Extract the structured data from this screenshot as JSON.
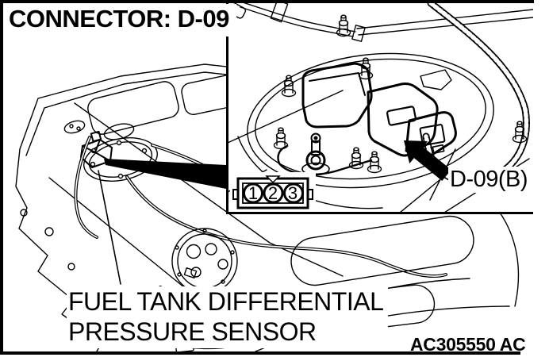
{
  "figure": {
    "title": "CONNECTOR: D-09",
    "connector_callout": "D-09(B)",
    "component_label": {
      "line1": "FUEL TANK DIFFERENTIAL",
      "line2": "PRESSURE SENSOR"
    },
    "figure_code": "AC305550 AC",
    "pinout": {
      "pins": [
        "1",
        "2",
        "3"
      ]
    },
    "icons": {
      "callout_arrow": "solid-arrow-up-left",
      "zoom_wedge": "black-triangle-wedge",
      "pin_index_mark": "small-down-triangle"
    },
    "colors": {
      "line": "#000000",
      "background": "#ffffff"
    }
  }
}
